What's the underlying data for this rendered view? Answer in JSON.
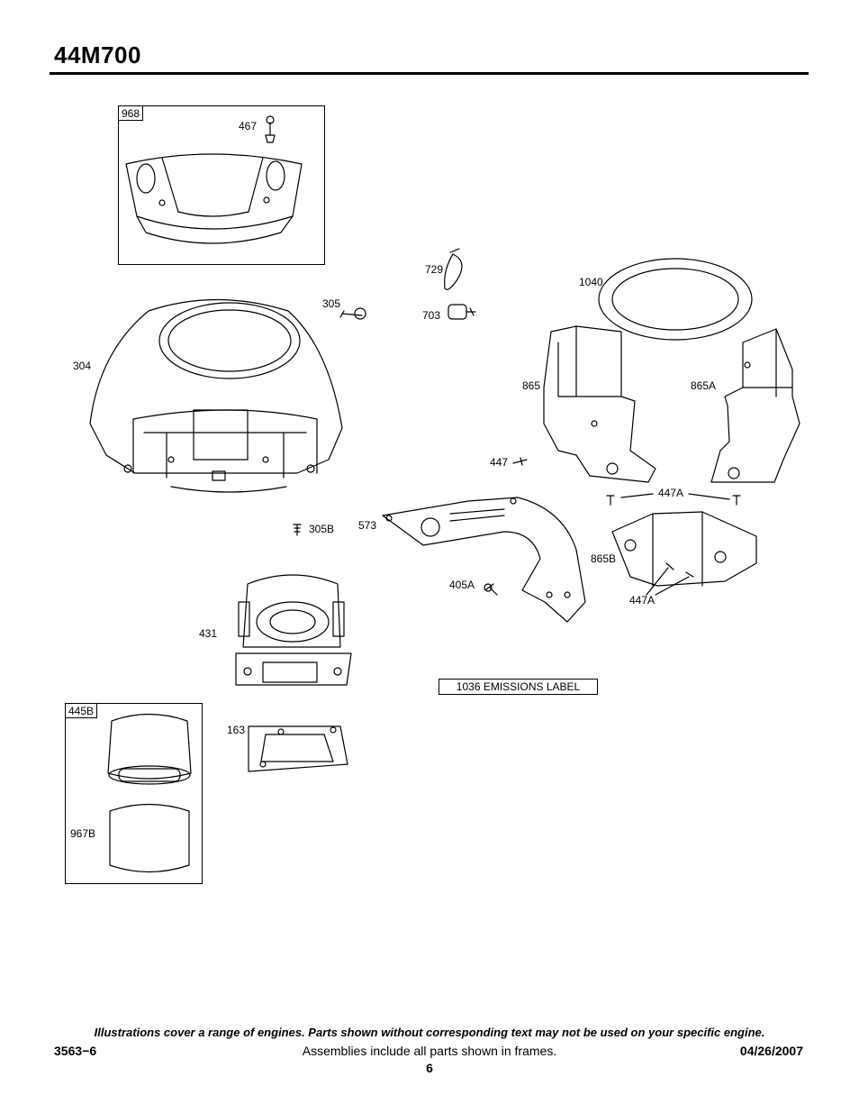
{
  "header": {
    "model": "44M700"
  },
  "frames": {
    "f968": "968",
    "f445b": "445B"
  },
  "labels": {
    "p467": "467",
    "p305": "305",
    "p304": "304",
    "p305b": "305B",
    "p729": "729",
    "p703": "703",
    "p1040": "1040",
    "p865": "865",
    "p865a": "865A",
    "p447": "447",
    "p447a_top": "447A",
    "p573": "573",
    "p865b": "865B",
    "p405a": "405A",
    "p447a_bot": "447A",
    "p431": "431",
    "p163": "163",
    "p967b": "967B"
  },
  "emissions_label": "1036 EMISSIONS LABEL",
  "footer": {
    "note": "Illustrations cover a range of engines. Parts shown without corresponding text may not be used on your specific engine.",
    "doc_number": "3563−6",
    "assemblies_note": "Assemblies include all parts shown in frames.",
    "date": "04/26/2007",
    "page": "6"
  }
}
